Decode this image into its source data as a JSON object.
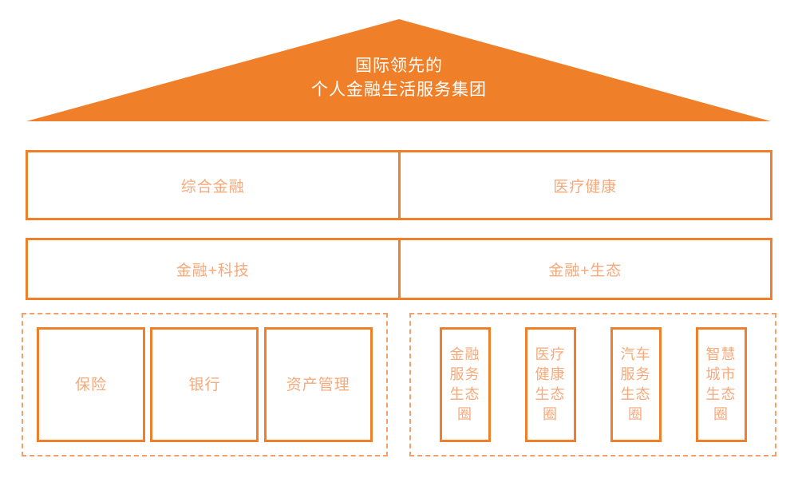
{
  "colors": {
    "roof_fill": "#F07F29",
    "border": "#F07F29",
    "text": "#F6A97B",
    "dashed_border": "#F5A06A",
    "roof_text": "#FFFFFF",
    "background": "#FFFFFF"
  },
  "roof": {
    "title_line_1": "国际领先的",
    "title_line_2": "个人金融生活服务集团"
  },
  "row_1": [
    {
      "label": "综合金融"
    },
    {
      "label": "医疗健康"
    }
  ],
  "row_2": [
    {
      "label": "金融+科技"
    },
    {
      "label": "金融+生态"
    }
  ],
  "group_left": {
    "cards": [
      {
        "label": "保险"
      },
      {
        "label": "银行"
      },
      {
        "label": "资产管理"
      }
    ]
  },
  "group_right": {
    "cards": [
      {
        "label": "金融服务生态圈"
      },
      {
        "label": "医疗健康生态圈"
      },
      {
        "label": "汽车服务生态圈"
      },
      {
        "label": "智慧城市生态圈"
      }
    ]
  }
}
